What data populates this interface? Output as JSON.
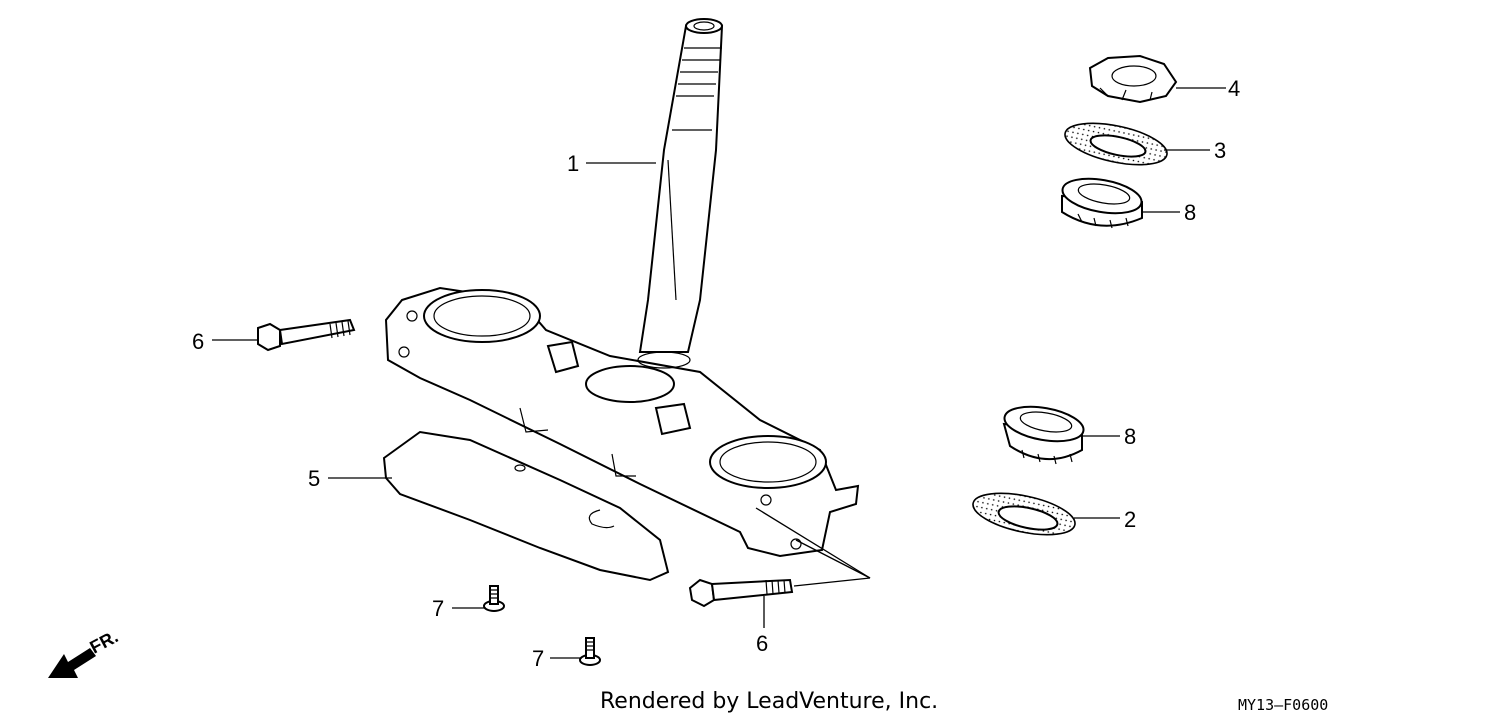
{
  "callouts": {
    "stem": "1",
    "lower_race": "2",
    "dust_seal": "3",
    "lock_washer": "4",
    "plate": "5",
    "bolt_left": "6",
    "bolt_bottom": "6",
    "bolt_small_a": "7",
    "bolt_small_b": "7",
    "bearing_upper": "8",
    "bearing_lower": "8"
  },
  "direction_label": "FR.",
  "credit": "Rendered by LeadVenture, Inc.",
  "diagram_code": "MY13–F0600"
}
